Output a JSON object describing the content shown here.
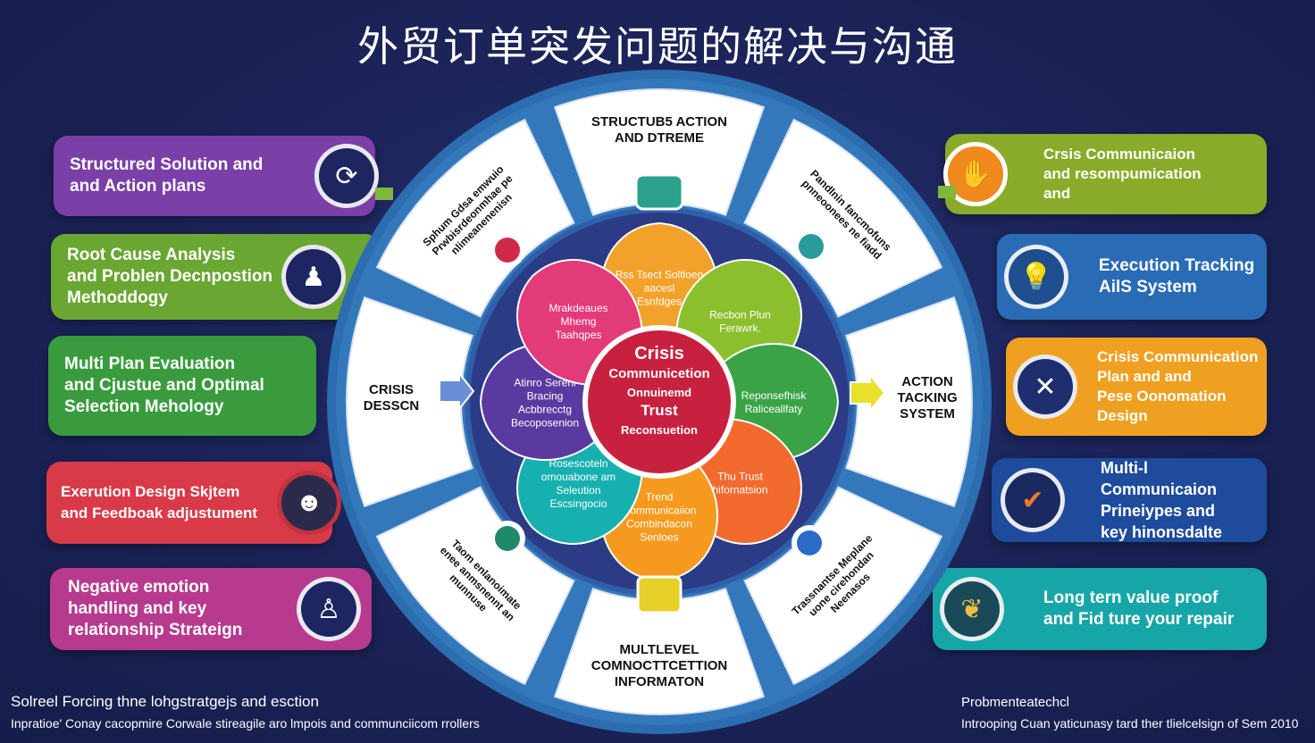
{
  "title": "外贸订单突发问题的解决与沟通",
  "left_cards": [
    {
      "label": "Structured Solution and\nand Action plans",
      "color": "#7b3fa8",
      "icon": "cycle-icon"
    },
    {
      "label": "Root Cause Analysis\nand Problen Decnpostion\nMethoddogy",
      "color": "#6aa632",
      "icon": "person-desk-icon"
    },
    {
      "label": "Multi Plan Evaluation\nand Cjustue and Optimal\nSelection Mehology",
      "color": "#3a9b3e",
      "icon": ""
    },
    {
      "label": "Exerution Design Skjtem\nand Feedboak adjustument",
      "color": "#d93a48",
      "icon": "face-icon"
    },
    {
      "label": "Negative emotion\nhandling and key\nrelationship Strateign",
      "color": "#b73a8f",
      "icon": "person-icon"
    }
  ],
  "right_cards": [
    {
      "label": "Crsis Communicaion\nand resompumication\nand",
      "color": "#8aab2a",
      "icon": "handshake-icon"
    },
    {
      "label": "Execution Tracking\nAilS System",
      "color": "#2a6bb5",
      "icon": "bulb-icon"
    },
    {
      "label": "Crisis Communication\nPlan and and\nPese Oonomation\nDesign",
      "color": "#f0a020",
      "icon": "cross-icon"
    },
    {
      "label": "Multi-l Communicaion\nPrineiypes and\nkey hinonsdalte",
      "color": "#1e4b9c",
      "icon": "chart-check-icon"
    },
    {
      "label": "Long tern value proof\nand Fid ture your repair",
      "color": "#17a6a8",
      "icon": "hands-icon"
    }
  ],
  "wheel": {
    "center": "Crisis\nCommunicetion\nOnnuinemd\nTrust\nReconsuetion",
    "petals": [
      {
        "label": "Rss Tsect Soltloen\naacesl\nEsnfdges",
        "color": "#f2a22a"
      },
      {
        "label": "Recbon Plun\nFerawrk.",
        "color": "#8cbf2e"
      },
      {
        "label": "Reponsefhisk\nRaliceallfaty",
        "color": "#3aa346"
      },
      {
        "label": "Thu Trust\nhifornatsion",
        "color": "#f26a2e"
      },
      {
        "label": "Trend\nCommunicaiion\nCombindacon\nSenloes",
        "color": "#f59a1e"
      },
      {
        "label": "Rosescoteln\nomouabone am\nSeleution\nEscsingocio",
        "color": "#17b0b0"
      },
      {
        "label": "Atinro Serenl\nBracing\nAcbbrecctg\nBecoposenion",
        "color": "#5a3aa0"
      },
      {
        "label": "Mrakdeaues\nMhemg\nTaahqpes",
        "color": "#e33a7a"
      }
    ],
    "ring": [
      "STRUCTUB5 ACTION\nAND DTREME",
      "Pandlnin fancmofuns\npnneoonees ne fiadd",
      "ACTION\nTACKING\nSYSTEM",
      "Trassnantse Meplane\nuone cirehondan\nNeenasos",
      "MULTLEVEL\nCOMNOCTTCETTION\nINFORMATON",
      "Taom enlanoimate\nenee anmsnennt an\nmunnuse",
      "CRISIS\nDESSCN",
      "Sphum Gdsa emwuio\nPrwbisrdeonmhae pe\nnlimeanenenisn"
    ]
  },
  "footer": {
    "left_line1": "Solreel Forcing thne lohgstratgejs and esction",
    "left_line2": "Inpratioe' Conay cacopmire Corwale stireagile aro lmpois and communciicom rrollers",
    "right_line1": "Probmenteatechcl",
    "right_line2": "Introoping Cuan yaticunasy tard ther tlielcelsign of Sem 2010"
  }
}
